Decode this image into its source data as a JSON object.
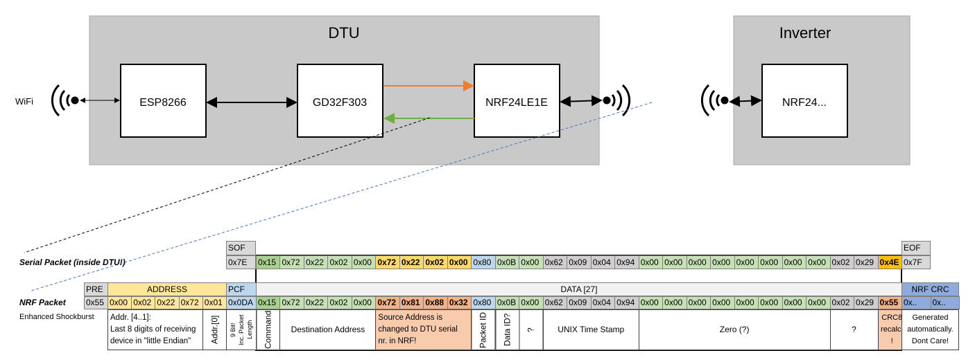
{
  "diagram": {
    "dtu_title": "DTU",
    "inverter_title": "Inverter",
    "wifi_label": "WiFi",
    "esp": "ESP8266",
    "gd": "GD32F303",
    "nrf_dtu": "NRF24LE1E",
    "nrf_inv": "NRF24...",
    "colors": {
      "tx_arrow": "#ed7d31",
      "rx_arrow": "#70ad47",
      "box_bg": "#c9c9c9"
    }
  },
  "labels": {
    "serial": "Serial Packet (inside DTU!)",
    "nrf": "NRF Packet",
    "esb": "Enhanced Shockburst"
  },
  "serial": {
    "sof_header": "SOF",
    "sof": "0x7E",
    "eof_header": "EOF",
    "eof": "0x7F",
    "values": [
      "0x15",
      "0x72",
      "0x22",
      "0x02",
      "0x00",
      "0x72",
      "0x22",
      "0x02",
      "0x00",
      "0x80",
      "0x0B",
      "0x00",
      "0x62",
      "0x09",
      "0x04",
      "0x94",
      "0x00",
      "0x00",
      "0x00",
      "0x00",
      "0x00",
      "0x00",
      "0x00",
      "0x00",
      "0x02",
      "0x29",
      "0x4E"
    ],
    "colors": [
      "dg",
      "lg",
      "lg",
      "lg",
      "lg",
      "y",
      "y",
      "y",
      "y",
      "bl",
      "lg",
      "lg",
      "gr",
      "gr",
      "gr",
      "gr",
      "lg",
      "lg",
      "lg",
      "lg",
      "lg",
      "lg",
      "lg",
      "lg",
      "gr",
      "gr",
      "or"
    ],
    "bold": [
      5,
      6,
      7,
      8,
      26
    ]
  },
  "nrf": {
    "headers": {
      "pre": "PRE",
      "address": "ADDRESS",
      "pcf": "PCF",
      "data": "DATA [27]",
      "crc": "NRF CRC"
    },
    "pre": "0x55",
    "address": [
      "0x00",
      "0x02",
      "0x22",
      "0x72",
      "0x01"
    ],
    "pcf": "0x0DA",
    "values": [
      "0x15",
      "0x72",
      "0x22",
      "0x02",
      "0x00",
      "0x72",
      "0x81",
      "0x88",
      "0x32",
      "0x80",
      "0x0B",
      "0x00",
      "0x62",
      "0x09",
      "0x04",
      "0x94",
      "0x00",
      "0x00",
      "0x00",
      "0x00",
      "0x00",
      "0x00",
      "0x00",
      "0x00",
      "0x02",
      "0x29",
      "0x55"
    ],
    "colors": [
      "dg",
      "lg",
      "lg",
      "lg",
      "lg",
      "sa",
      "sa",
      "sa",
      "sa",
      "bl",
      "lg",
      "lg",
      "gr",
      "gr",
      "gr",
      "gr",
      "lg",
      "lg",
      "lg",
      "lg",
      "lg",
      "lg",
      "lg",
      "lg",
      "gr",
      "gr",
      "sa"
    ],
    "bold": [
      5,
      6,
      7,
      8,
      26
    ],
    "crc": [
      "0x..",
      "0x.."
    ]
  },
  "descriptions": {
    "addr41": [
      "Addr. [4..1]:",
      "Last 8 digits of receiving",
      "device in \"little Endian\""
    ],
    "addr0": "Addr.[0]",
    "pcf": [
      "9 Bit!",
      "Inc. Packet",
      "Length"
    ],
    "command": "Command",
    "dest": "Destination Address",
    "source": [
      "Source Address is",
      "changed to DTU serial",
      "nr. in NRF!"
    ],
    "packet_id": "Packet ID",
    "data_id": "Data ID?",
    "q1": "?",
    "unix": "UNIX Time Stamp",
    "zero": "Zero (?)",
    "q2": "?",
    "crc8": [
      "CRC8",
      "recalc.",
      "!"
    ],
    "generated": [
      "Generated",
      "automatically.",
      "Dont Care!"
    ]
  },
  "palette": {
    "dg": "#a9d18e",
    "lg": "#c5e0b4",
    "y": "#ffd966",
    "or": "#ffc000",
    "bl": "#bdd7ee",
    "gr": "#d0cece",
    "sa": "#f4b183",
    "addr": "#ffe699",
    "pcf": "#bdd7ee",
    "gray": "#d9d9d9",
    "data": "#f2f2f2",
    "crc": "#8faadc",
    "crc8": "#f8cbad"
  }
}
